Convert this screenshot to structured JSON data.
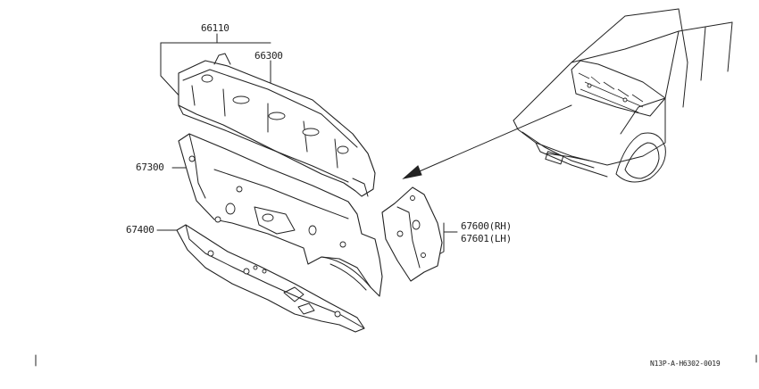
{
  "labels": {
    "assembly": "66110",
    "cowl_top": "66300",
    "dash_upper": "67300",
    "dash_lower": "67400",
    "side_rh": "67600(RH)",
    "side_lh": "67601(LH)"
  },
  "drawing_code": "N13P-A-H6302-0019"
}
